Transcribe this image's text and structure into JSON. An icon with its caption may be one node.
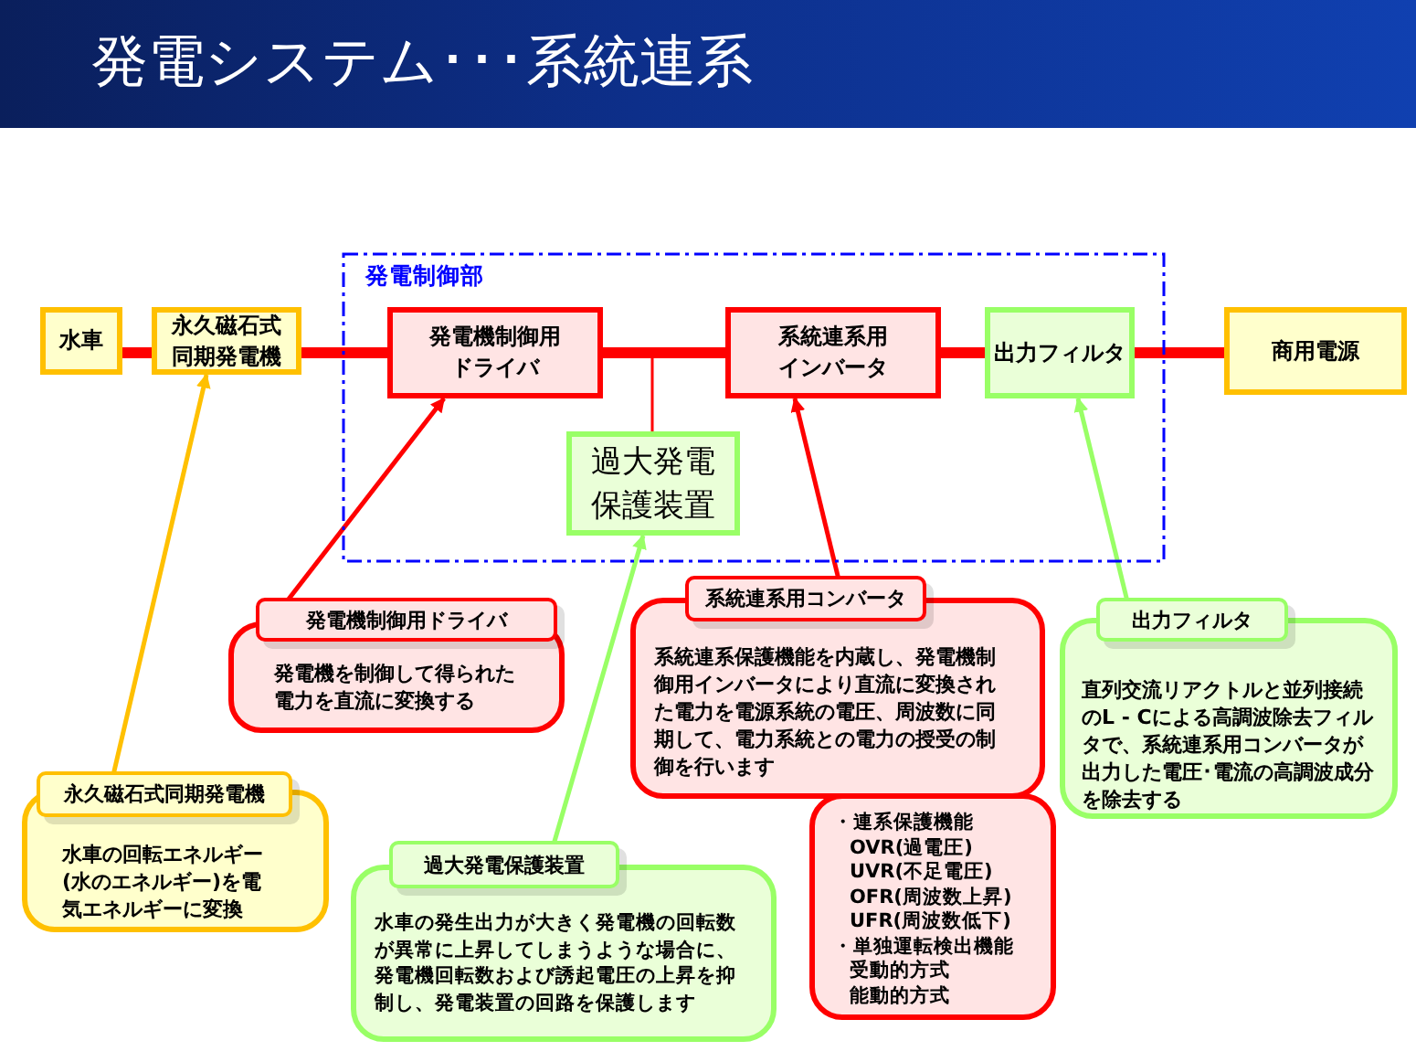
{
  "diagram": {
    "title": "発電システム･･･系統連系",
    "nodes": [
      {
        "text": [
          "発電制御部"
        ]
      },
      {
        "text": [
          "水車"
        ]
      },
      {
        "text": [
          "永久磁石式同期発電機"
        ]
      },
      {
        "text": [
          "発電機制御用ドライバ"
        ],
        "in": 0
      },
      {
        "text": [
          "系統連系用インバータ"
        ],
        "in": 0
      },
      {
        "text": [
          "出力フィルタ"
        ],
        "in": 0
      },
      {
        "text": [
          "過大発電保護装置"
        ],
        "in": 0
      },
      {
        "text": [
          "商用電源"
        ]
      },
      {
        "text": [
          "発電機制御用ドライバ",
          "発電機を制御して得られた電力を直流に変換する"
        ]
      },
      {
        "text": [
          "系統連系用コンバータ",
          "系統連系保護機能を内蔵し、発電機制御用インバータにより直流に変換された電力を電源系統の電圧、周波数に同期して、電力系統との電力の授受の制御を行います"
        ]
      },
      {
        "text": [
          "・連系保護機能",
          "OVR(過電圧)",
          "UVR(不足電圧)",
          "OFR(周波数上昇)",
          "UFR(周波数低下)",
          "・単独運転検出機能",
          "受動的方式",
          "能動的方式"
        ]
      },
      {
        "text": [
          "出力フィルタ",
          "直列交流リアクトルと並列接続のL - Cによる高調波除去フィルタで、系統連系用コンバータが出力した電圧･電流の高調波成分を除去する"
        ]
      },
      {
        "text": [
          "永久磁石式同期発電機",
          "水車の回転エネルギー(水のエネルギー)を電気エネルギーに変換"
        ]
      },
      {
        "text": [
          "過大発電保護装置",
          "水車の発生出力が大きく発電機の回転数が異常に上昇してしまうような場合に、発電機回転数および誘起電圧の上昇を抑制し、発電装置の回路を保護します"
        ]
      }
    ],
    "edges": [
      {
        "from": 1,
        "to": 2,
        "arrow": "none",
        "style": "thick"
      },
      {
        "from": 2,
        "to": 3,
        "arrow": "none",
        "style": "thick"
      },
      {
        "from": 3,
        "to": 4,
        "arrow": "none",
        "style": "thick"
      },
      {
        "from": 4,
        "to": 5,
        "arrow": "none",
        "style": "thick"
      },
      {
        "from": 5,
        "to": 7,
        "arrow": "none",
        "style": "thick"
      },
      {
        "from": 6,
        "to": 3,
        "arrow": "none"
      },
      {
        "from": 6,
        "to": 4,
        "arrow": "none"
      },
      {
        "from": 12,
        "to": 2,
        "arrow": "to",
        "color": "#ffc000"
      },
      {
        "from": 8,
        "to": 3,
        "arrow": "to"
      },
      {
        "from": 13,
        "to": 6,
        "arrow": "to",
        "color": "#99ff66"
      },
      {
        "from": 9,
        "to": 4,
        "arrow": "to"
      },
      {
        "from": 11,
        "to": 5,
        "arrow": "to",
        "color": "#99ff66"
      }
    ]
  }
}
